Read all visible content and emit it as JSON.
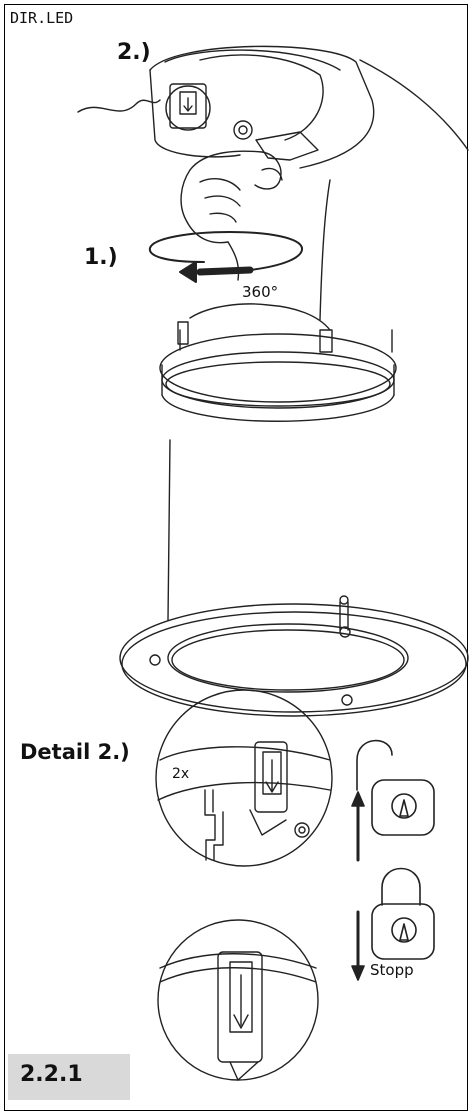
{
  "header": {
    "product": "DIR.LED"
  },
  "steps": {
    "step1": "1.)",
    "step2": "2.)"
  },
  "rotation": {
    "angle": "360°"
  },
  "detail": {
    "title": "Detail 2.)",
    "count": "2x"
  },
  "lock": {
    "stop_label": "Stopp"
  },
  "footer": {
    "section": "2.2.1"
  },
  "colors": {
    "line": "#222222",
    "badge": "#d9d9d9"
  }
}
